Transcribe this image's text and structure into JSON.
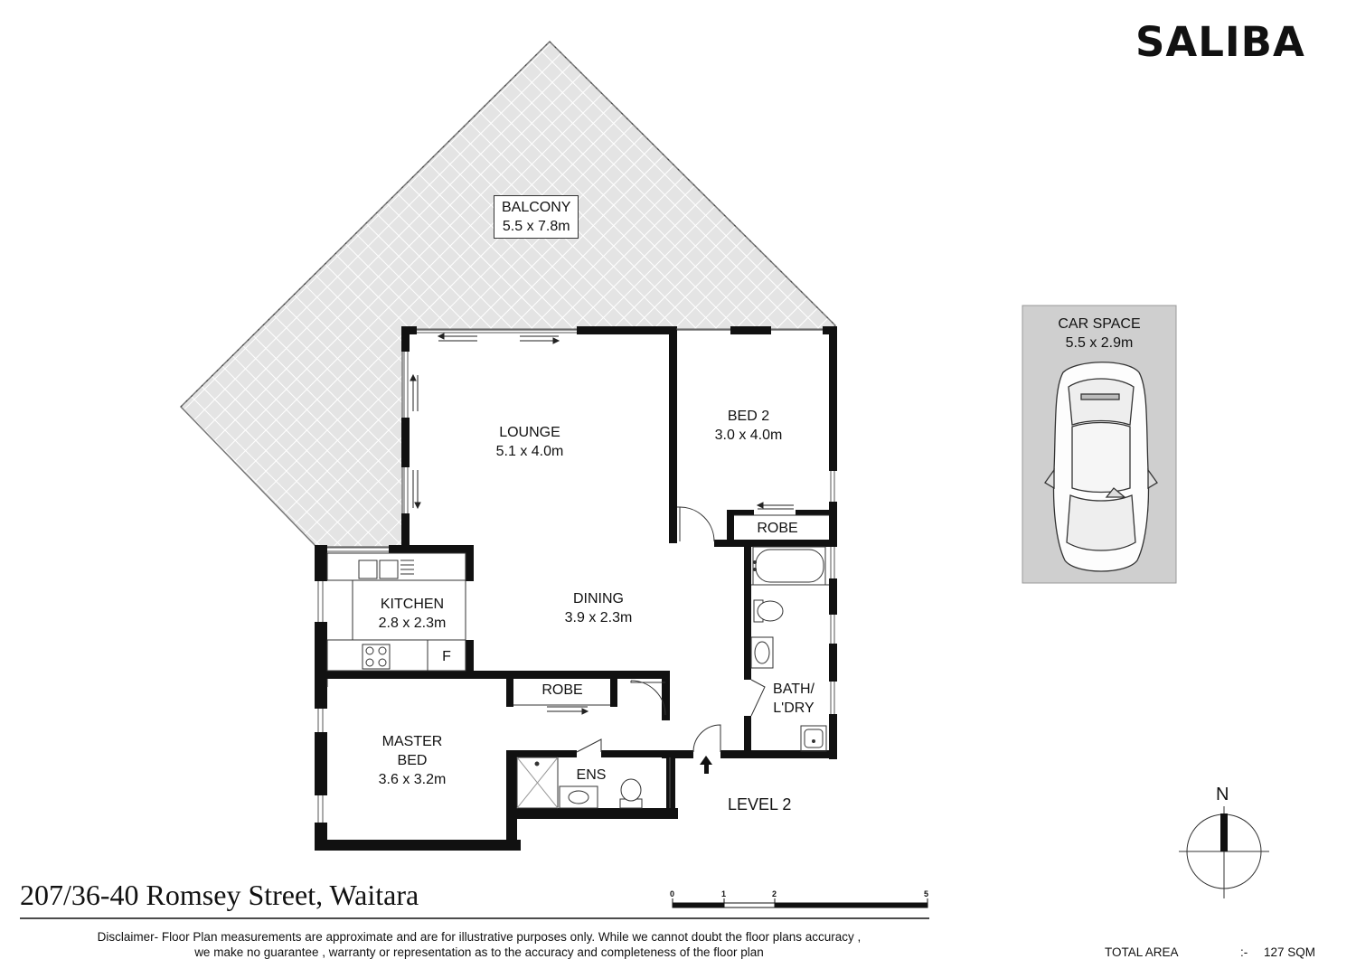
{
  "brand": {
    "name": "SALIBA"
  },
  "rooms": {
    "balcony": {
      "name": "BALCONY",
      "size": "5.5 x 7.8m"
    },
    "lounge": {
      "name": "LOUNGE",
      "size": "5.1 x 4.0m"
    },
    "bed2": {
      "name": "BED 2",
      "size": "3.0 x 4.0m"
    },
    "robe_bed2": {
      "name": "ROBE"
    },
    "kitchen": {
      "name": "KITCHEN",
      "size": "2.8 x 2.3m",
      "fridge": "F"
    },
    "dining": {
      "name": "DINING",
      "size": "3.9 x 2.3m"
    },
    "robe_master": {
      "name": "ROBE"
    },
    "bath": {
      "name_line1": "BATH/",
      "name_line2": "L'DRY"
    },
    "master": {
      "name_line1": "MASTER",
      "name_line2": "BED",
      "size": "3.6 x 3.2m"
    },
    "ensuite": {
      "name": "ENS"
    },
    "car_space": {
      "name": "CAR SPACE",
      "size": "5.5 x 2.9m"
    }
  },
  "level": "LEVEL 2",
  "compass": {
    "label": "N"
  },
  "address": "207/36-40 Romsey Street, Waitara",
  "scale": {
    "ticks": [
      "0",
      "1",
      "2",
      "5"
    ]
  },
  "disclaimer": {
    "line1": "Disclaimer- Floor Plan measurements are approximate and are for illustrative purposes only. While we cannot doubt the floor plans accuracy ,",
    "line2": "we make no guarantee , warranty or representation as to the accuracy and completeness of the floor plan"
  },
  "total_area": {
    "label": "TOTAL AREA",
    "separator": ":-",
    "value": "127 SQM"
  },
  "colors": {
    "wall": "#111111",
    "balcony_fill": "#e4e4e4",
    "car_space_fill": "#cfcfcf"
  }
}
